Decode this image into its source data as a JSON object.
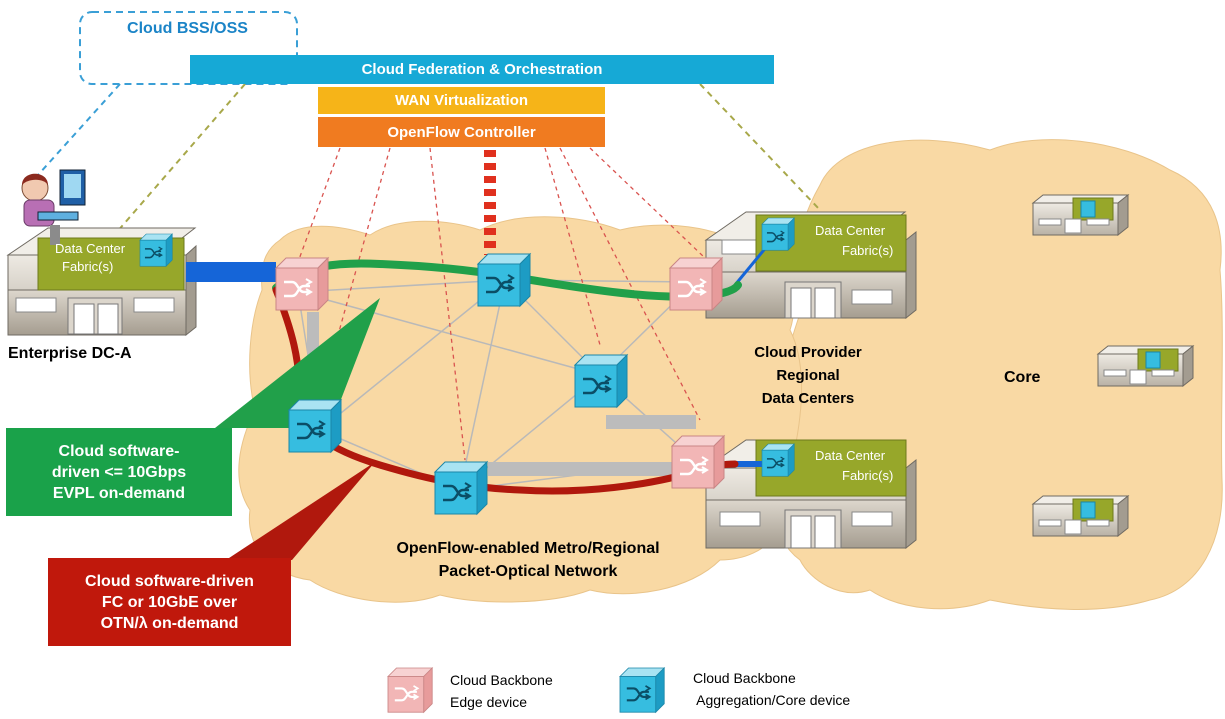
{
  "top": {
    "bss": "Cloud BSS/OSS",
    "federation": "Cloud  Federation & Orchestration",
    "wan": "WAN Virtualization",
    "openflow": "OpenFlow Controller"
  },
  "enterprise": {
    "label": "Enterprise DC-A",
    "fabric_line1": "Data Center",
    "fabric_line2": "Fabric(s)"
  },
  "provider": {
    "label_line1": "Cloud Provider",
    "label_line2": "Regional",
    "label_line3": "Data Centers",
    "fabric_line1": "Data Center",
    "fabric_line2": "Fabric(s)"
  },
  "core": {
    "label": "Core"
  },
  "metro": {
    "line1": "OpenFlow-enabled  Metro/Regional",
    "line2": "Packet-Optical Network"
  },
  "callouts": {
    "green": {
      "line1": "Cloud software-",
      "line2": "driven <= 10Gbps",
      "line3": "EVPL on-demand",
      "color": "#1aa24a"
    },
    "red": {
      "line1": "Cloud software-driven",
      "line2": "FC or 10GbE over",
      "line3": "OTN/λ on-demand",
      "color": "#c0180c"
    }
  },
  "legend": {
    "edge_line1": "Cloud Backbone",
    "edge_line2": "Edge device",
    "agg_line1": "Cloud Backbone",
    "agg_line2": " Aggregation/Core device"
  },
  "colors": {
    "cloud": "#f9d9a4",
    "federation_bar": "#16a9d6",
    "wan_bar": "#f6b418",
    "openflow_bar": "#f07b20",
    "green_path": "#21a04a",
    "red_path": "#b0180d",
    "edge_device": "#f2b9b9",
    "agg_device": "#3bbfe0",
    "fabric": "#97a72a"
  }
}
